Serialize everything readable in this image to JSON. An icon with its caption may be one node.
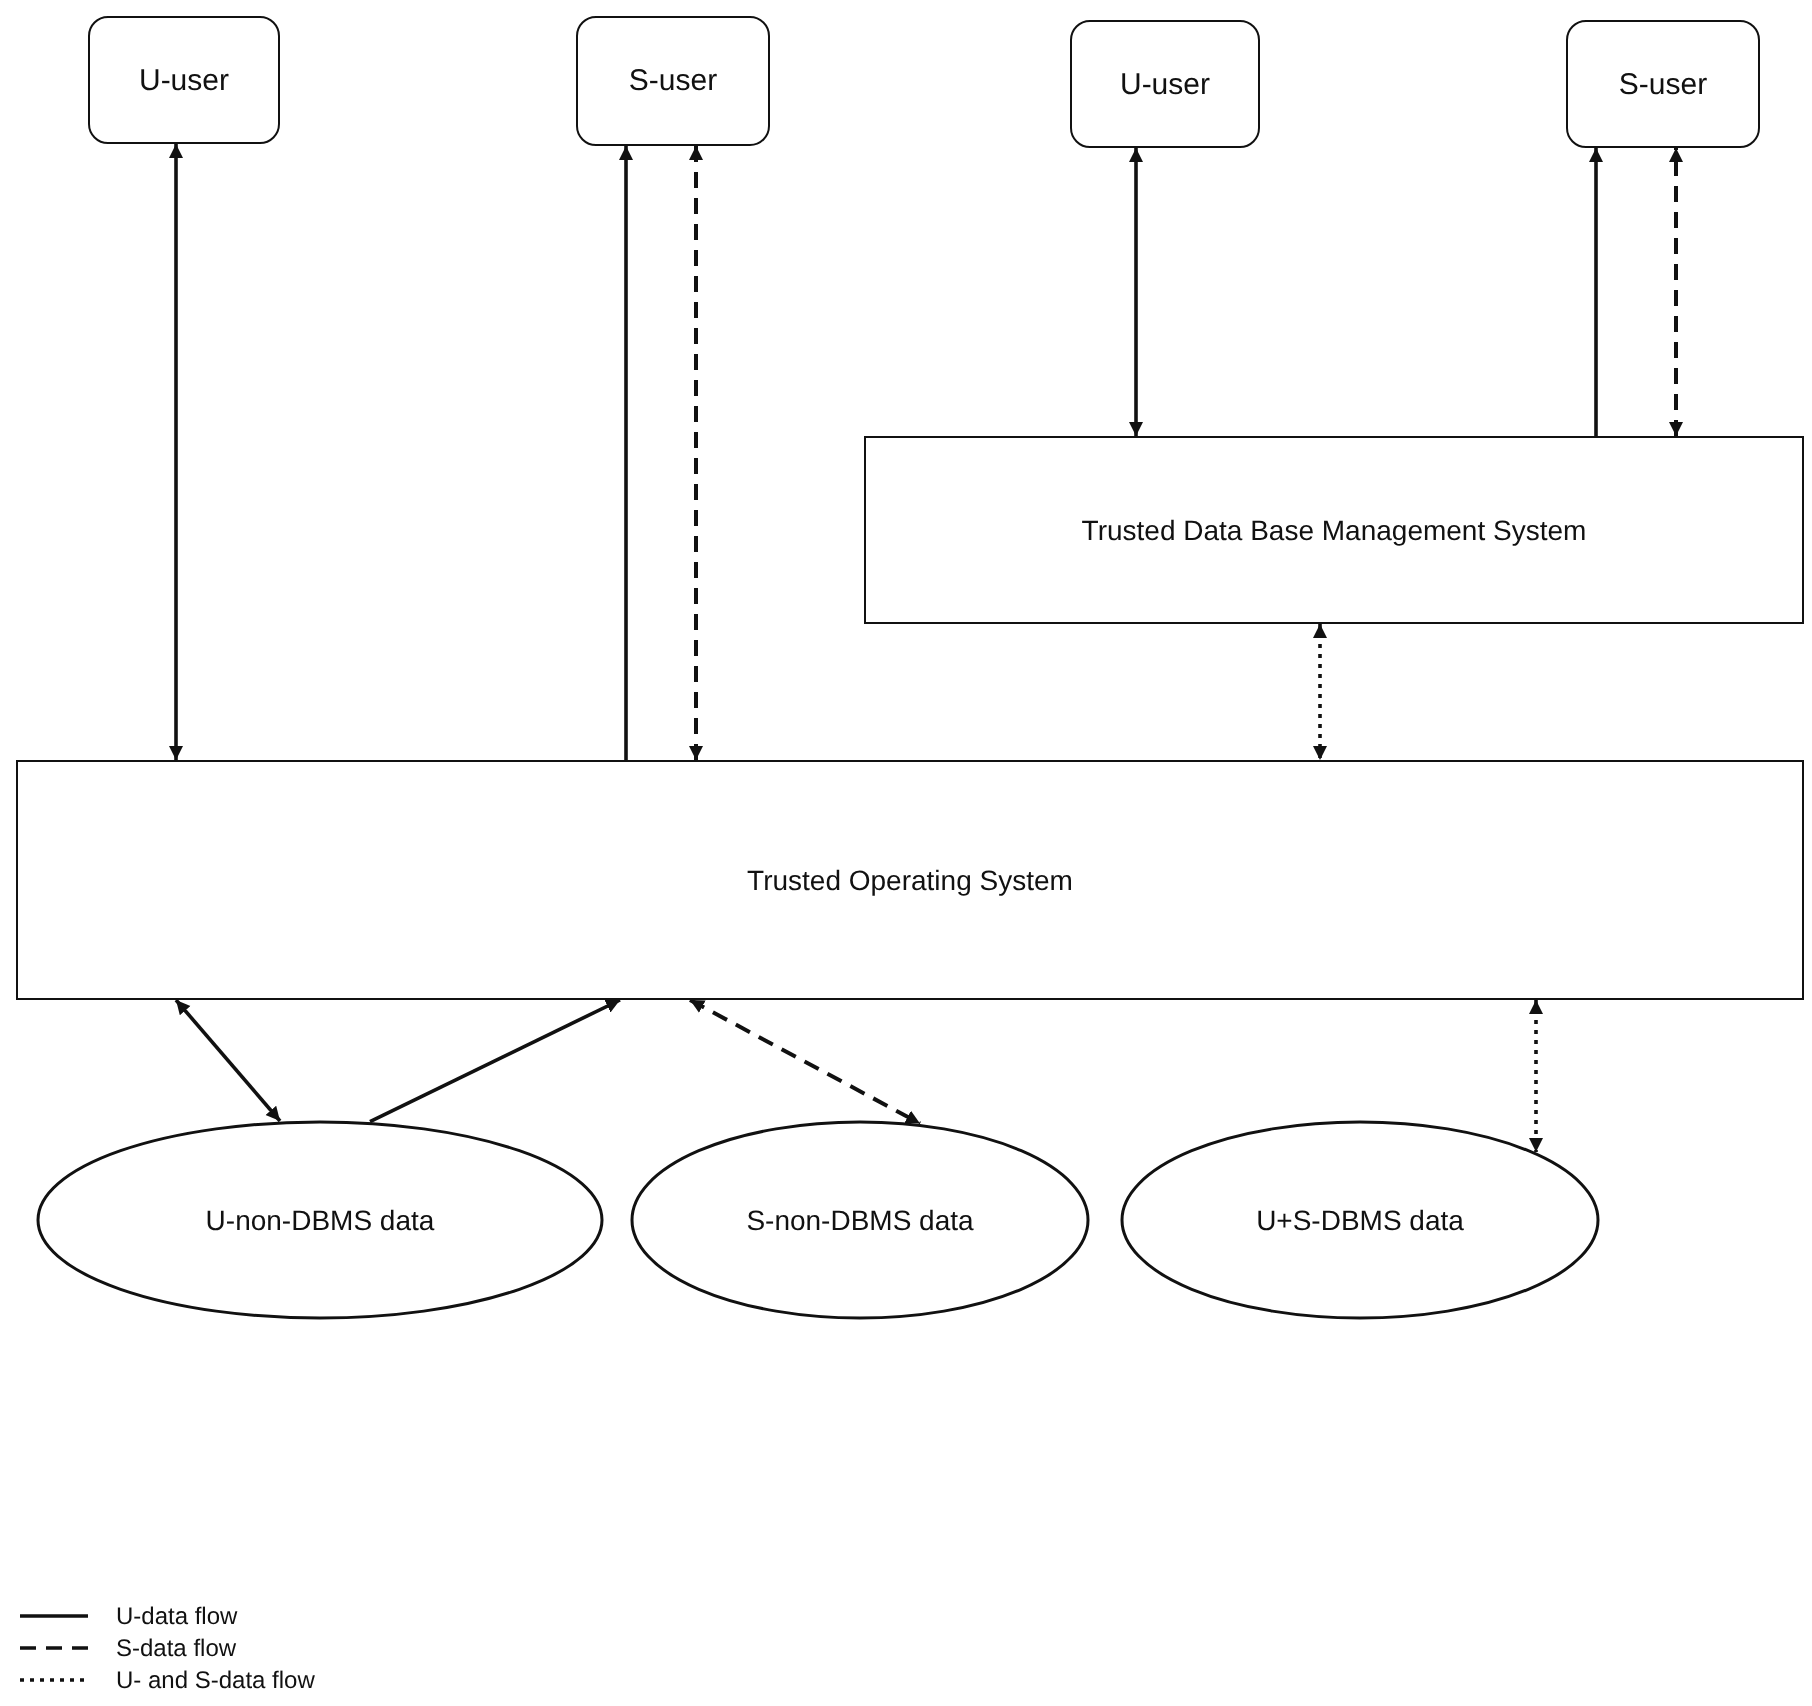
{
  "diagram": {
    "nodes": [
      {
        "text": [
          "U-user"
        ]
      },
      {
        "text": [
          "S-user"
        ]
      },
      {
        "text": [
          "U-user"
        ]
      },
      {
        "text": [
          "S-user"
        ]
      },
      {
        "text": [
          "Trusted Data Base Management System"
        ]
      },
      {
        "text": [
          "Trusted Operating System"
        ]
      },
      {
        "text": [
          "U-non-DBMS data"
        ]
      },
      {
        "text": [
          "S-non-DBMS data"
        ]
      },
      {
        "text": [
          "U+S-DBMS data"
        ]
      }
    ],
    "edges": [
      {
        "from": 5,
        "to": 0,
        "arrow": "both"
      },
      {
        "from": 5,
        "to": 1,
        "arrow": "to"
      },
      {
        "from": 5,
        "to": 1,
        "arrow": "both",
        "style": "dashed"
      },
      {
        "from": 4,
        "to": 2,
        "arrow": "both"
      },
      {
        "from": 4,
        "to": 3,
        "arrow": "to"
      },
      {
        "from": 4,
        "to": 3,
        "arrow": "both",
        "style": "dashed"
      },
      {
        "from": 4,
        "to": 5,
        "arrow": "both",
        "style": "dashed"
      },
      {
        "from": 5,
        "to": 6,
        "arrow": "both"
      },
      {
        "from": 6,
        "to": 5,
        "arrow": "to"
      },
      {
        "from": 5,
        "to": 7,
        "arrow": "both",
        "style": "dashed"
      },
      {
        "from": 5,
        "to": 8,
        "arrow": "both",
        "style": "dashed"
      }
    ],
    "legend": [
      {
        "text": "U-data flow"
      },
      {
        "text": "S-data flow"
      },
      {
        "text": "U- and S-data flow"
      }
    ]
  }
}
